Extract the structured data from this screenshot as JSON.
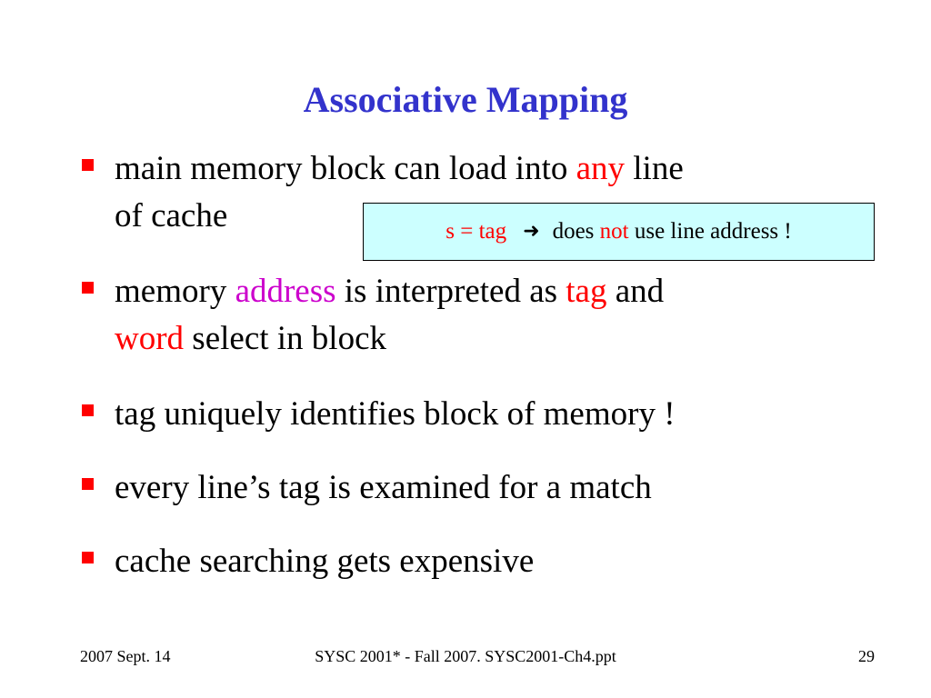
{
  "colors": {
    "title": "#3333cc",
    "red": "#ff0000",
    "magenta": "#cc00cc",
    "bullet": "#ff0000",
    "callout_bg": "#ccffff"
  },
  "slide": {
    "title": "Associative Mapping",
    "bullets": [
      {
        "line1_pre": "main memory block can load into ",
        "line1_hl": "any",
        "line1_post": " line",
        "line2": "of cache"
      },
      {
        "line1_pre": "memory ",
        "line1_hl1": "address",
        "line1_mid": " is interpreted as ",
        "line1_hl2": "tag",
        "line1_post": " and",
        "line2_hl": "word",
        "line2_post": " select in block"
      },
      {
        "text": "tag uniquely identifies block of memory !"
      },
      {
        "text": "every line’s tag is examined for a match"
      },
      {
        "text": "cache searching gets expensive"
      }
    ],
    "callout": {
      "left_text": "s = tag",
      "arrow_icon": "right-arrow-icon",
      "pre": "does ",
      "hl": "not",
      "post": " use line address !"
    }
  },
  "footer": {
    "date": "2007 Sept. 14",
    "center": "SYSC 2001* - Fall 2007. SYSC2001-Ch4.ppt",
    "page": "29"
  }
}
